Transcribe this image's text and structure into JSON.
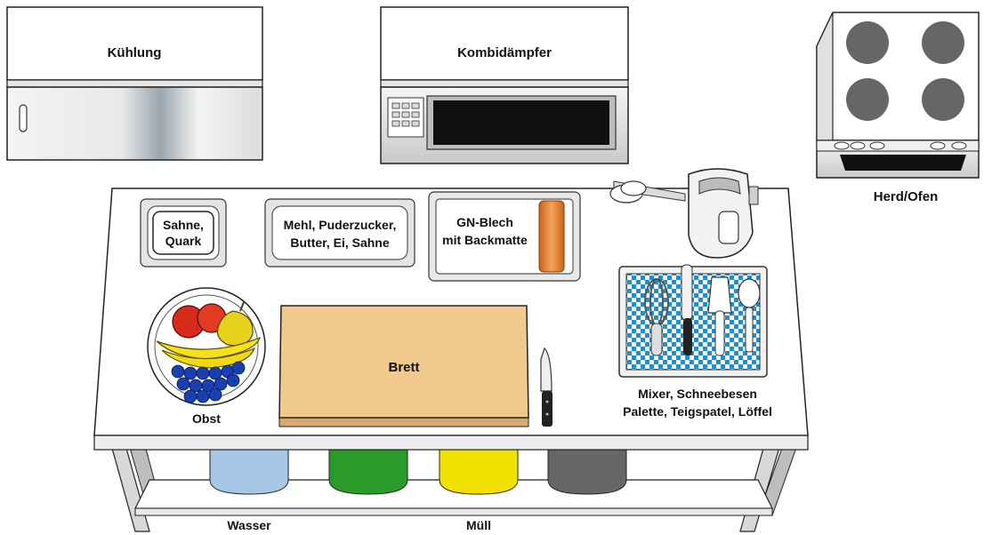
{
  "fridge": {
    "label": "Kühlung"
  },
  "steamer": {
    "label": "Kombidämpfer"
  },
  "stove": {
    "label": "Herd/Ofen"
  },
  "table": {
    "cream_bowl": {
      "line1": "Sahne,",
      "line2": "Quark"
    },
    "ingredients_tray": {
      "line1": "Mehl, Puderzucker,",
      "line2": "Butter, Ei, Sahne"
    },
    "gn_tray": {
      "line1": "GN-Blech",
      "line2": "mit Backmatte"
    },
    "board": {
      "label": "Brett"
    },
    "fruit": {
      "label": "Obst"
    },
    "tools": {
      "line1": "Mixer, Schneebesen",
      "line2": "Palette, Teigspatel, Löffel"
    }
  },
  "bins": {
    "water_label": "Wasser",
    "waste_label": "Müll"
  },
  "colors": {
    "bin_blue": "#a7c7e7",
    "bin_green": "#2a9a2a",
    "bin_yellow": "#f2e000",
    "bin_gray": "#666666",
    "board": "#f0c98d",
    "check": "#1e8fd0"
  }
}
